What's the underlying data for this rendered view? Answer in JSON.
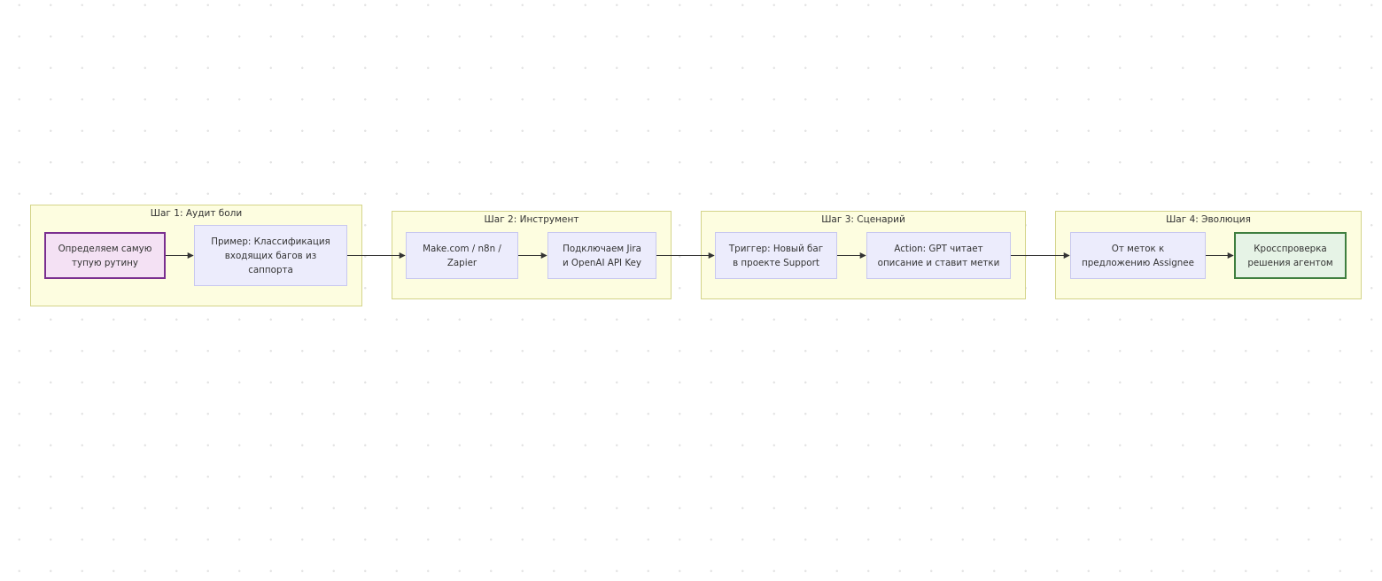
{
  "groups": [
    {
      "title": "Шаг 1: Аудит боли",
      "nodes": [
        {
          "text": "Определяем самую\nтупую рутину",
          "style": "start"
        },
        {
          "text": "Пример: Классификация\nвходящих багов из\nсаппорта",
          "style": "default"
        }
      ]
    },
    {
      "title": "Шаг 2: Инструмент",
      "nodes": [
        {
          "text": "Make.com / n8n /\nZapier",
          "style": "default"
        },
        {
          "text": "Подключаем Jira\nи OpenAI API Key",
          "style": "default"
        }
      ]
    },
    {
      "title": "Шаг 3: Сценарий",
      "nodes": [
        {
          "text": "Триггер: Новый баг\nв проекте Support",
          "style": "default"
        },
        {
          "text": "Action: GPT читает\nописание и ставит метки",
          "style": "default"
        }
      ]
    },
    {
      "title": "Шаг 4: Эволюция",
      "nodes": [
        {
          "text": "От меток к\nпредложению Assignee",
          "style": "default"
        },
        {
          "text": "Кросспроверка\nрешения агентом",
          "style": "end"
        }
      ]
    }
  ],
  "colors": {
    "group_fill": "#fdfde0",
    "group_border": "#d4d48a",
    "node_fill": "#ececfc",
    "node_border": "#c8c8ef",
    "start_fill": "#f4e1f4",
    "start_border": "#7a2f8f",
    "end_fill": "#e6f3e6",
    "end_border": "#3f7f3f",
    "edge": "#333333"
  }
}
